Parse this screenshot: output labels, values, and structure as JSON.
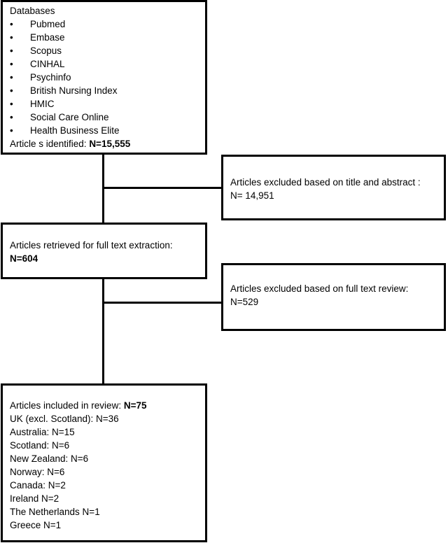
{
  "databases_box": {
    "heading": "Databases",
    "databases": [
      "Pubmed",
      "Embase",
      "Scopus",
      "CINHAL",
      "Psychinfo",
      "British Nursing Index",
      "HMIC",
      "Social Care Online",
      "Health Business Elite"
    ],
    "identified_label": "Article s identified: ",
    "identified_value": "N=15,555"
  },
  "excluded_title_abstract": {
    "label": "Articles excluded based on title and abstract :",
    "value": "N= 14,951"
  },
  "retrieved_box": {
    "label": "Articles retrieved for full text extraction:",
    "value": "N=604"
  },
  "excluded_full_text": {
    "label": "Articles excluded based on full text review:",
    "value": "N=529"
  },
  "included_box": {
    "label": "Articles included in review: ",
    "value": "N=75",
    "countries": [
      "UK (excl. Scotland): N=36",
      "Australia: N=15",
      "Scotland: N=6",
      "New Zealand: N=6",
      "Norway: N=6",
      "Canada: N=2",
      "Ireland N=2",
      "The Netherlands N=1",
      "Greece N=1"
    ]
  }
}
